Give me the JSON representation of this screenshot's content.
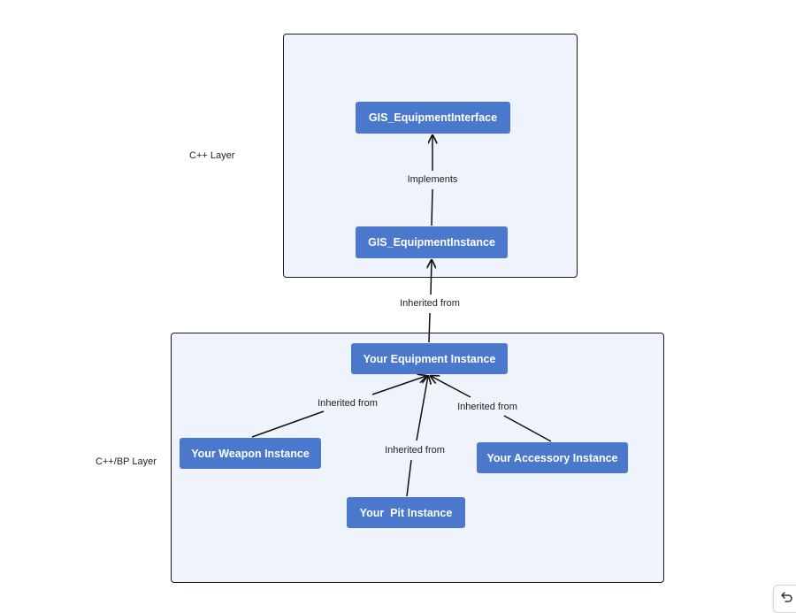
{
  "layers": {
    "cpp_label": "C++ Layer",
    "bp_label": "C++/BP Layer"
  },
  "nodes": {
    "interface": "GIS_EquipmentInterface",
    "instance": "GIS_EquipmentInstance",
    "your_equipment": "Your Equipment Instance",
    "weapon": "Your Weapon Instance",
    "accessory": "Your Accessory Instance",
    "pit": "Your  Pit Instance"
  },
  "edges": {
    "implements": "Implements",
    "inherited_main": "Inherited from",
    "inherited_weapon": "Inherited from",
    "inherited_pit": "Inherited from",
    "inherited_accessory": "Inherited from"
  },
  "colors": {
    "node_fill": "#4a78cc",
    "layer_fill": "#eef3fc",
    "border": "#1a1a1a"
  },
  "icons": {
    "undo": "undo-icon"
  }
}
